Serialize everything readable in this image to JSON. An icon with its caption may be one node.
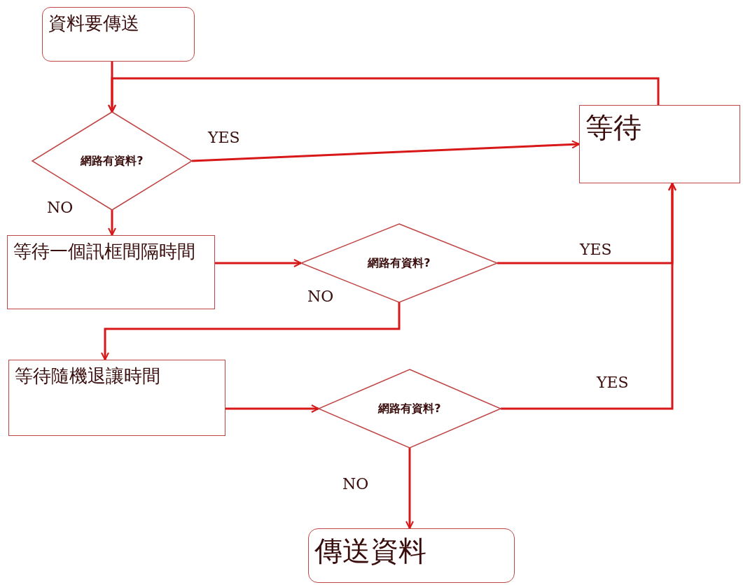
{
  "diagram": {
    "nodes": [
      {
        "text": [
          "資料要傳送"
        ]
      },
      {
        "text": [
          "網路有資料?"
        ]
      },
      {
        "text": [
          "等待"
        ]
      },
      {
        "text": [
          "等待一個訊框間隔時間"
        ]
      },
      {
        "text": [
          "網路有資料?"
        ]
      },
      {
        "text": [
          "等待隨機退讓時間"
        ]
      },
      {
        "text": [
          "網路有資料?"
        ]
      },
      {
        "text": [
          "傳送資料"
        ]
      }
    ],
    "edges": [
      {
        "from": 0,
        "to": 1,
        "arrow": "to"
      },
      {
        "from": 2,
        "to": 1,
        "arrow": "to"
      },
      {
        "from": 1,
        "to": 2,
        "arrow": "to",
        "label": "YES"
      },
      {
        "from": 1,
        "to": 3,
        "arrow": "to",
        "label": "NO"
      },
      {
        "from": 3,
        "to": 4,
        "arrow": "to"
      },
      {
        "from": 4,
        "to": 2,
        "arrow": "to",
        "label": "YES"
      },
      {
        "from": 4,
        "to": 5,
        "arrow": "to",
        "label": "NO"
      },
      {
        "from": 5,
        "to": 6,
        "arrow": "to"
      },
      {
        "from": 6,
        "to": 2,
        "arrow": "to",
        "label": "YES"
      },
      {
        "from": 6,
        "to": 7,
        "arrow": "to",
        "label": "NO"
      }
    ]
  }
}
